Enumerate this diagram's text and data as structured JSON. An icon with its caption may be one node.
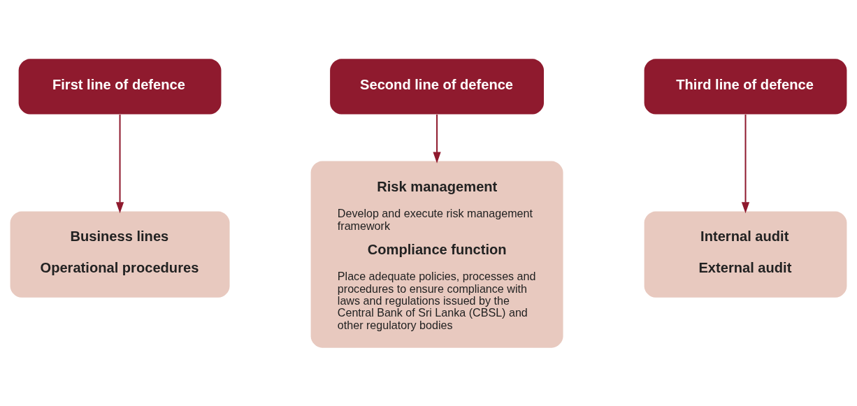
{
  "diagram": {
    "nodes": [
      {
        "text": [
          "First line of defence"
        ]
      },
      {
        "text": [
          "Second line of defence"
        ]
      },
      {
        "text": [
          "Third line of defence"
        ]
      },
      {
        "text": [
          "Business lines",
          "Operational procedures"
        ]
      },
      {
        "text": [
          "Risk management",
          "Develop and execute risk management framework",
          "Compliance function",
          "Place adequate policies, processes and procedures to ensure compliance with laws and regulations issued by the Central Bank of Sri Lanka (CBSL) and other regulatory bodies"
        ]
      },
      {
        "text": [
          "Internal audit",
          "External audit"
        ]
      }
    ],
    "edges": [
      {
        "from": 0,
        "to": 3,
        "arrow": "to"
      },
      {
        "from": 1,
        "to": 4,
        "arrow": "to"
      },
      {
        "from": 2,
        "to": 5,
        "arrow": "to"
      }
    ]
  }
}
